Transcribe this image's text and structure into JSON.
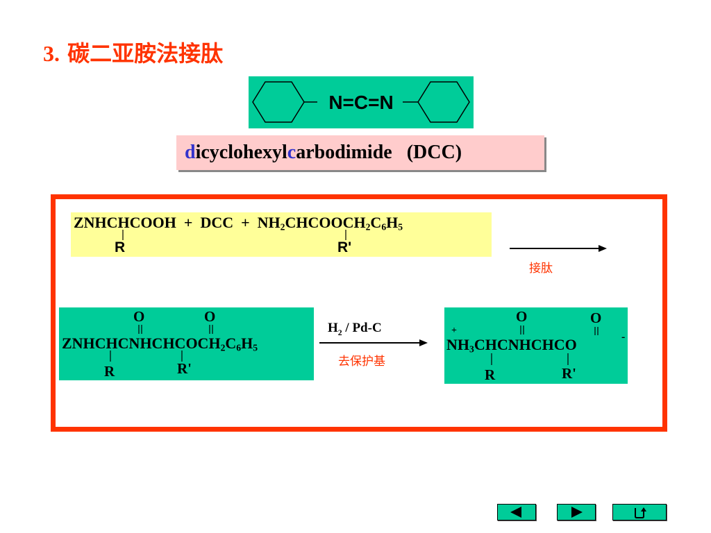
{
  "title": {
    "number": "3.",
    "text": "碳二亚胺法接肽"
  },
  "dcc_structure": {
    "formula": "N=C=N"
  },
  "dcc_name": {
    "d": "d",
    "ic": "ic",
    "yclohexyl": "yclohexyl",
    "c": "c",
    "arbodimide": "arbodimide",
    "abbr": "(DCC)"
  },
  "reaction1": {
    "reactant_a": "ZNHCHCOOH",
    "plus1": "+",
    "dcc": "DCC",
    "plus2": "+",
    "reactant_b_nh": "NH",
    "reactant_b_sub2": "2",
    "reactant_b_main": "CHCOOCH",
    "reactant_b_sub2b": "2",
    "reactant_b_c": "C",
    "reactant_b_sub6": "6",
    "reactant_b_h": "H",
    "reactant_b_sub5": "5",
    "sub_r": "R",
    "sub_r2": "R'",
    "arrow_label": "接肽"
  },
  "product1": {
    "o1": "O",
    "o2": "O",
    "main": "ZNHCHCNHCHCOCH",
    "sub2": "2",
    "c": "C",
    "sub6": "6",
    "h": "H",
    "sub5": "5",
    "r": "R",
    "r2": "R'"
  },
  "deprotection": {
    "h": "H",
    "h_sub": "2",
    "rest": " / Pd-C",
    "label": "去保护基"
  },
  "product2": {
    "charge_plus": "+",
    "o1": "O",
    "o2": "O",
    "nh": "NH",
    "sub3": "3",
    "main": "CHCNHCHCO",
    "charge_minus": "-",
    "r": "R",
    "r2": "R'"
  },
  "nav": {
    "prev_icon": "triangle-left-icon",
    "next_icon": "triangle-right-icon",
    "return_icon": "return-arrow-icon"
  },
  "colors": {
    "title": "#ff3300",
    "green_box": "#00cc99",
    "pink_box": "#ffcccc",
    "yellow_box": "#ffff99",
    "frame": "#ff3300",
    "highlight_letters": "#3333cc"
  }
}
